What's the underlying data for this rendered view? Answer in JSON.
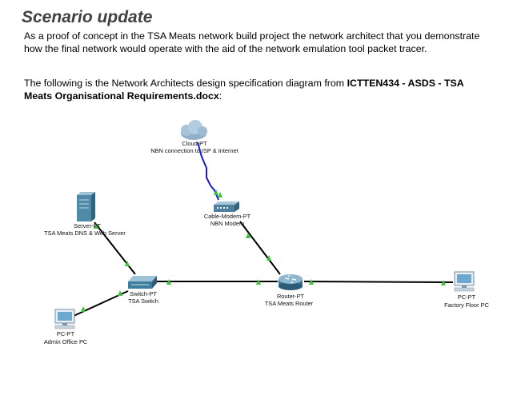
{
  "heading": "Scenario update",
  "intro_text": "As a proof of concept in the TSA Meats network build project the network architect that you demonstrate how the final network would operate with the aid of the network emulation tool packet tracer.",
  "spec_text_prefix": "The following is the Network Architects design specification diagram from ",
  "spec_text_bold": "ICTTEN434 - ASDS - TSA Meats Organisational Requirements.docx",
  "spec_text_suffix": ":",
  "diagram": {
    "nodes": {
      "cloud": {
        "type": "Cloud-PT",
        "name": "NBN connection to ISP & Internet"
      },
      "modem": {
        "type": "Cable-Modem-PT",
        "name": "NBN Modem"
      },
      "server": {
        "type": "Server-PT",
        "name": "TSA Meats DNS & Web Server"
      },
      "switch": {
        "type": "Switch-PT",
        "name": "TSA Switch"
      },
      "router": {
        "type": "Router-PT",
        "name": "TSA Meats Router"
      },
      "admin_pc": {
        "type": "PC-PT",
        "name": "Admin Office PC"
      },
      "factory_pc": {
        "type": "PC-PT",
        "name": "Factory Floor PC"
      }
    },
    "colors": {
      "copper_link": "#000000",
      "coax_link": "#1a1ad8",
      "link_up": "#3cc33c"
    }
  }
}
